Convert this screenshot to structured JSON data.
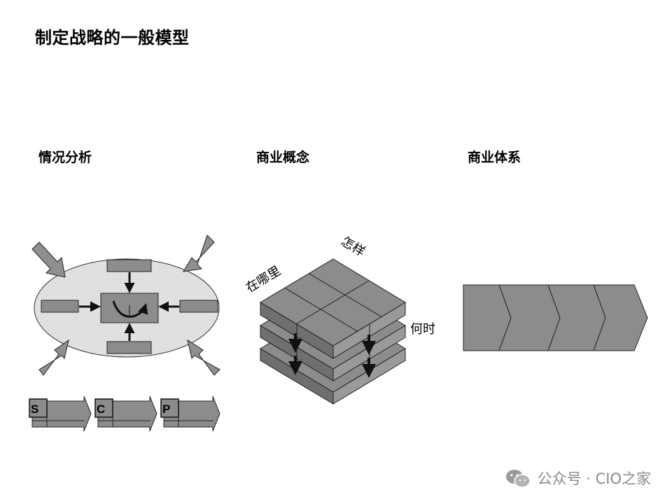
{
  "title": "制定战略的一般模型",
  "columns": {
    "situation": "情况分析",
    "concept": "商业概念",
    "system": "商业体系"
  },
  "scp": [
    "S",
    "C",
    "P"
  ],
  "cube_labels": {
    "where": "在哪里",
    "how": "怎样",
    "when": "何时"
  },
  "watermark": {
    "text": "公众号 · CIO之家",
    "icon": "wechat-icon"
  },
  "colors": {
    "fill_gray": "#8c8c8c",
    "ellipse_fill": "#e0e0e0",
    "arrow_gray": "#8f8f8f",
    "stroke": "#1a1a1a"
  }
}
